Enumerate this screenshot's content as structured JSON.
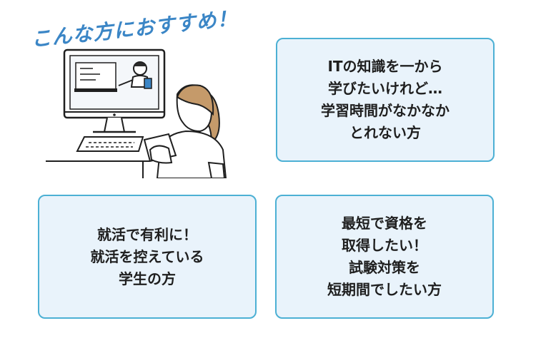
{
  "heading": "こんな方におすすめ！",
  "accent_color": "#3b86c6",
  "card_border_color": "#4cb0d4",
  "card_background": "#e9f3fb",
  "illustration": {
    "subject": "woman-watching-online-lecture",
    "icons": [
      "monitor-icon",
      "teacher-icon",
      "keyboard-icon",
      "student-icon"
    ]
  },
  "cards": [
    {
      "text": "ITの知識を一から\n学びたいけれど…\n学習時間がなかなか\nとれない方"
    },
    {
      "text": "就活で有利に！\n就活を控えている\n学生の方"
    },
    {
      "text": "最短で資格を\n取得したい！\n試験対策を\n短期間でしたい方"
    }
  ]
}
